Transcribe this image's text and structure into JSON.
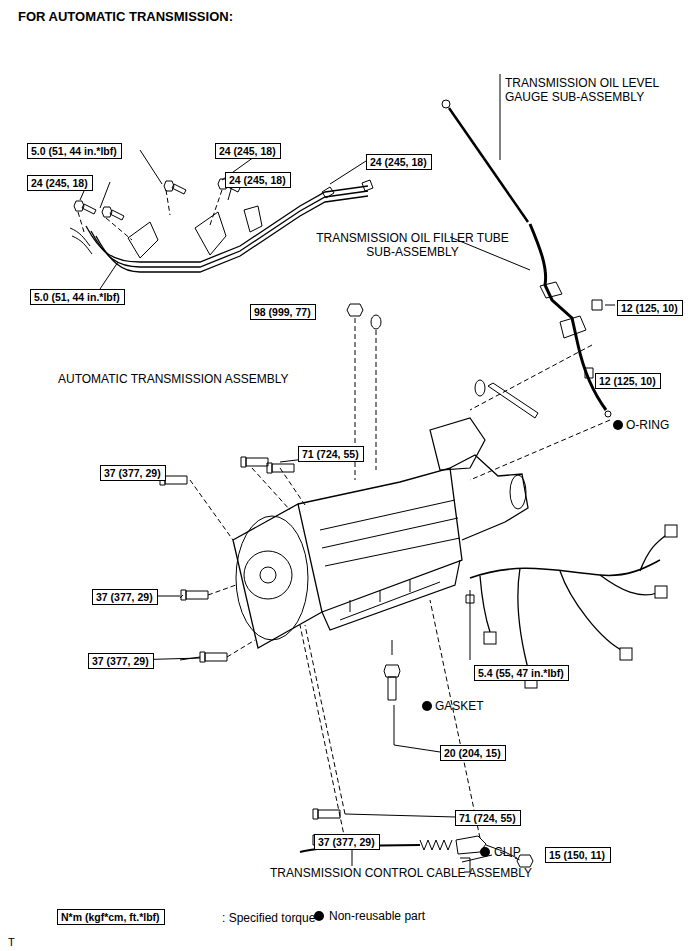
{
  "diagram": {
    "title": "FOR AUTOMATIC TRANSMISSION:",
    "nodes": [
      {
        "text": [
          "5.0 (51, 44 in.*lbf)"
        ]
      },
      {
        "text": [
          "24 (245, 18)"
        ]
      },
      {
        "text": [
          "24 (245, 18)"
        ]
      },
      {
        "text": [
          "24 (245, 18)"
        ]
      },
      {
        "text": [
          "24 (245, 18)"
        ]
      },
      {
        "text": [
          "5.0 (51, 44 in.*lbf)"
        ]
      },
      {
        "text": [
          "98 (999, 77)"
        ]
      },
      {
        "text": [
          "12 (125, 10)"
        ]
      },
      {
        "text": [
          "71 (724, 55)"
        ]
      },
      {
        "text": [
          "37 (377, 29)"
        ]
      },
      {
        "text": [
          "12 (125, 10)"
        ]
      },
      {
        "text": [
          "37 (377, 29)"
        ]
      },
      {
        "text": [
          "5.4 (55, 47 in.*lbf)"
        ]
      },
      {
        "text": [
          "37 (377, 29)"
        ]
      },
      {
        "text": [
          "20 (204, 15)"
        ]
      },
      {
        "text": [
          "71 (724, 55)"
        ]
      },
      {
        "text": [
          "37 (377, 29)"
        ]
      },
      {
        "text": [
          "15 (150, 11)"
        ]
      },
      {
        "text": [
          "N*m (kgf*cm, ft.*lbf)"
        ]
      }
    ],
    "labels": [
      "TRANSMISSION OIL LEVEL GAUGE SUB-ASSEMBLY",
      "TRANSMISSION OIL FILLER TUBE SUB-ASSEMBLY",
      "AUTOMATIC TRANSMISSION ASSEMBLY",
      "O-RING",
      "GASKET",
      "CLIP",
      "TRANSMISSION CONTROL CABLE ASSEMBLY",
      ": Specified torque",
      "T"
    ],
    "legend": [
      {
        "text": "Non-reusable part"
      }
    ]
  }
}
